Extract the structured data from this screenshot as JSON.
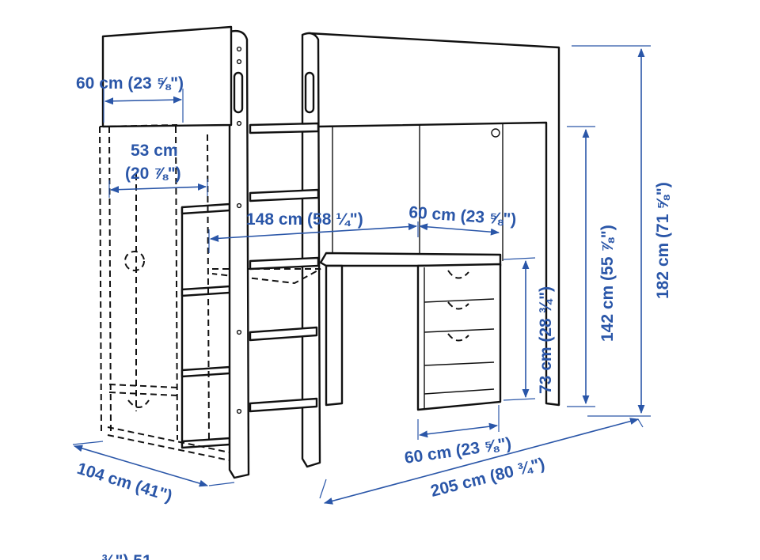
{
  "colors": {
    "dimension": "#2a56a8",
    "line": "#111111",
    "background": "#ffffff"
  },
  "dimensions": {
    "wardrobe_width": "60 cm (23 ⅝\")",
    "wardrobe_inner_width_cm": "53 cm",
    "wardrobe_inner_width_in": "(20 ⅞\")",
    "desk_length": "148 cm (58 ¼\")",
    "drawer_unit_width_top": "60 cm (23 ⅝\")",
    "drawer_unit_width_bottom": "60 cm (23 ⅝\")",
    "desk_height": "73 cm (28 ¾\")",
    "clearance_height": "142 cm (55 ⅞\")",
    "total_height": "182 cm (71 ⅝\")",
    "depth": "104 cm (41\")",
    "total_length": "205 cm (80 ¾\")",
    "cropped_fragment": "¾\")  51"
  }
}
